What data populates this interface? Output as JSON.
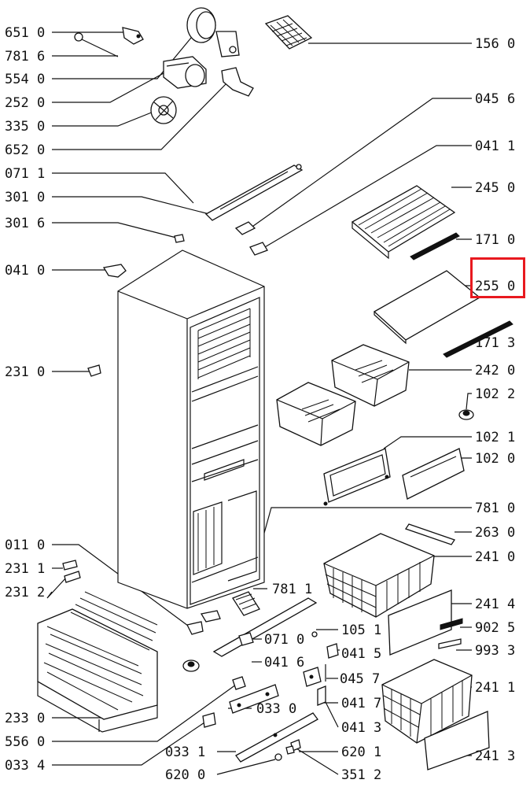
{
  "highlight": {
    "label": "255 0",
    "color": "#e8191f"
  },
  "labels_left": [
    {
      "name": "label-651-0",
      "text": "651 0"
    },
    {
      "name": "label-781-6",
      "text": "781 6"
    },
    {
      "name": "label-554-0",
      "text": "554 0"
    },
    {
      "name": "label-252-0",
      "text": "252 0"
    },
    {
      "name": "label-335-0",
      "text": "335 0"
    },
    {
      "name": "label-652-0",
      "text": "652 0"
    },
    {
      "name": "label-071-1",
      "text": "071 1"
    },
    {
      "name": "label-301-0",
      "text": "301 0"
    },
    {
      "name": "label-301-6",
      "text": "301 6"
    },
    {
      "name": "label-041-0",
      "text": "041 0"
    },
    {
      "name": "label-231-0",
      "text": "231 0"
    },
    {
      "name": "label-011-0",
      "text": "011 0"
    },
    {
      "name": "label-231-1",
      "text": "231 1"
    },
    {
      "name": "label-231-2",
      "text": "231 2"
    },
    {
      "name": "label-233-0",
      "text": "233 0"
    },
    {
      "name": "label-556-0",
      "text": "556 0"
    },
    {
      "name": "label-033-4",
      "text": "033 4"
    }
  ],
  "labels_right": [
    {
      "name": "label-156-0",
      "text": "156 0"
    },
    {
      "name": "label-045-6",
      "text": "045 6"
    },
    {
      "name": "label-041-1",
      "text": "041 1"
    },
    {
      "name": "label-245-0",
      "text": "245 0"
    },
    {
      "name": "label-171-0",
      "text": "171 0"
    },
    {
      "name": "label-255-0",
      "text": "255 0"
    },
    {
      "name": "label-171-3",
      "text": "171 3"
    },
    {
      "name": "label-242-0",
      "text": "242 0"
    },
    {
      "name": "label-102-2",
      "text": "102 2"
    },
    {
      "name": "label-102-1",
      "text": "102 1"
    },
    {
      "name": "label-102-0",
      "text": "102 0"
    },
    {
      "name": "label-781-0",
      "text": "781 0"
    },
    {
      "name": "label-263-0",
      "text": "263 0"
    },
    {
      "name": "label-241-0",
      "text": "241 0"
    },
    {
      "name": "label-241-4",
      "text": "241 4"
    },
    {
      "name": "label-902-5",
      "text": "902 5"
    },
    {
      "name": "label-993-3",
      "text": "993 3"
    },
    {
      "name": "label-241-1",
      "text": "241 1"
    },
    {
      "name": "label-241-3",
      "text": "241 3"
    }
  ],
  "labels_center": [
    {
      "name": "label-781-1",
      "text": "781 1"
    },
    {
      "name": "label-105-1",
      "text": "105 1"
    },
    {
      "name": "label-071-0",
      "text": "071 0"
    },
    {
      "name": "label-041-6",
      "text": "041 6"
    },
    {
      "name": "label-041-5",
      "text": "041 5"
    },
    {
      "name": "label-045-7",
      "text": "045 7"
    },
    {
      "name": "label-041-7",
      "text": "041 7"
    },
    {
      "name": "label-033-0",
      "text": "033 0"
    },
    {
      "name": "label-041-3",
      "text": "041 3"
    },
    {
      "name": "label-033-1",
      "text": "033 1"
    },
    {
      "name": "label-620-1",
      "text": "620 1"
    },
    {
      "name": "label-620-0",
      "text": "620 0"
    },
    {
      "name": "label-351-2",
      "text": "351 2"
    }
  ]
}
